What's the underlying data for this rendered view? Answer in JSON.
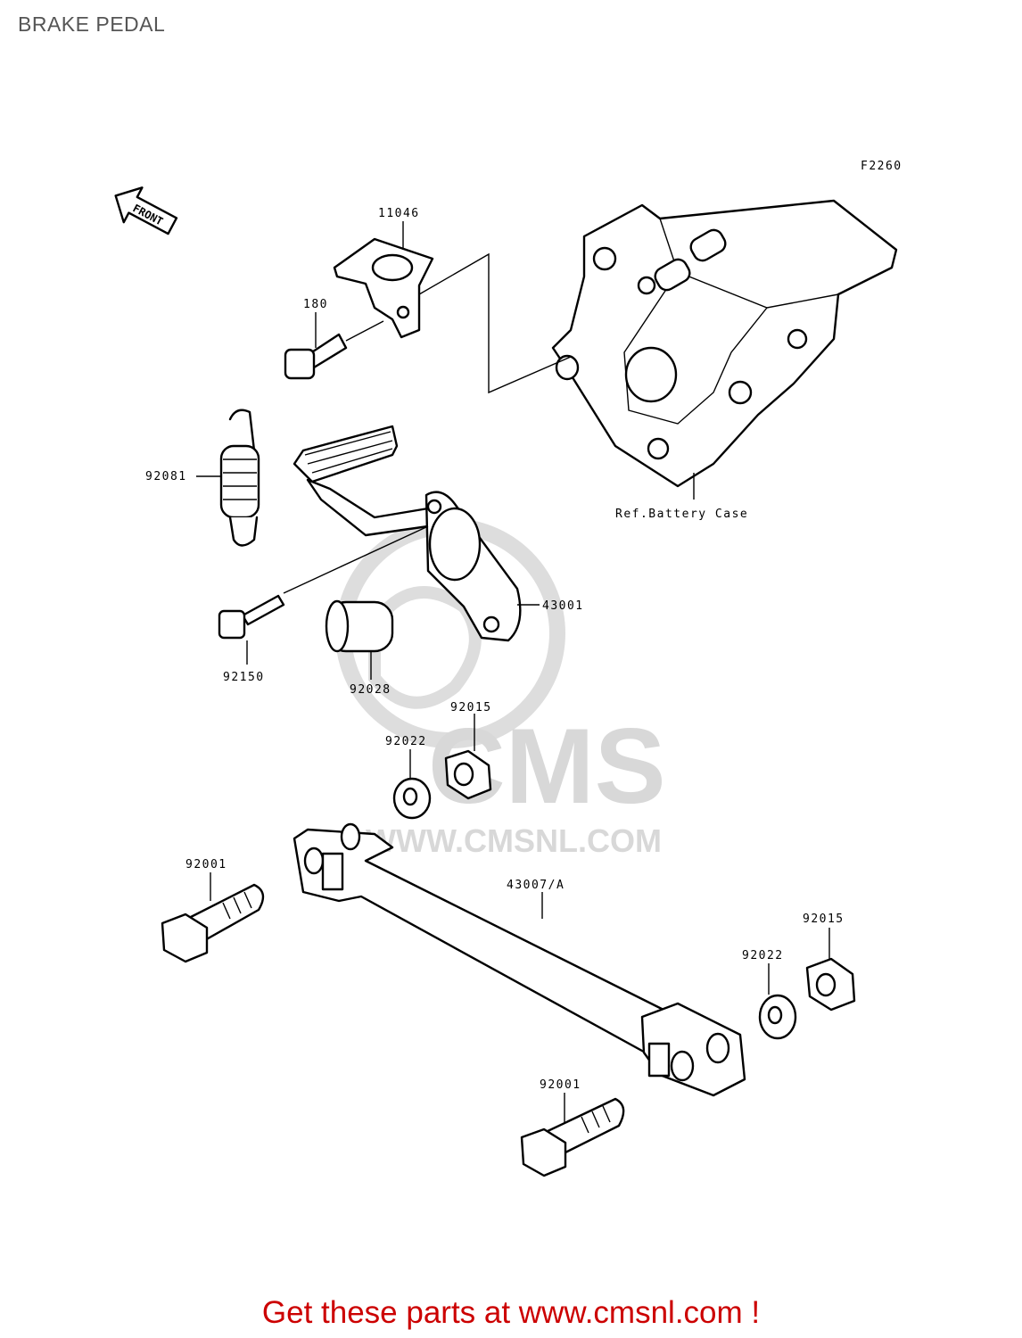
{
  "page_title": "BRAKE PEDAL",
  "figure_code": "F2260",
  "front_arrow_text": "FRONT",
  "footer_text": "Get these parts at www.cmsnl.com !",
  "watermark": {
    "brand": "CMS",
    "url": "WWW.CMSNL.COM"
  },
  "parts": {
    "p11046": "11046",
    "p180": "180",
    "p92081": "92081",
    "p92150": "92150",
    "p92028": "92028",
    "p43001": "43001",
    "p92022_top": "92022",
    "p92015_top": "92015",
    "p92001_left": "92001",
    "p43007a": "43007/A",
    "p92022_right": "92022",
    "p92015_right": "92015",
    "p92001_bottom": "92001",
    "ref_battery_case": "Ref.Battery Case"
  },
  "colors": {
    "footer": "#cc0000",
    "title": "#555555",
    "watermark": "#d8d8d8"
  }
}
